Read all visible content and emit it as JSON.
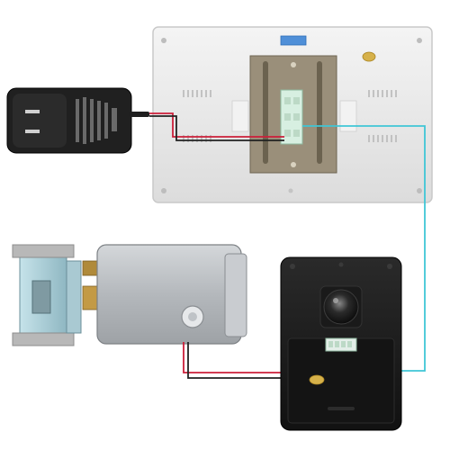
{
  "diagram": {
    "components": [
      {
        "id": "power-adapter",
        "label": ""
      },
      {
        "id": "indoor-monitor",
        "label": ""
      },
      {
        "id": "electric-lock",
        "label": ""
      },
      {
        "id": "strike-plate",
        "label": ""
      },
      {
        "id": "outdoor-camera-unit",
        "label": ""
      }
    ],
    "connections": [
      {
        "from": "power-adapter",
        "to": "indoor-monitor",
        "wire_colors": [
          "#cc1f3a",
          "#222222"
        ]
      },
      {
        "from": "indoor-monitor",
        "to": "outdoor-camera-unit",
        "wire_colors": [
          "#3fc6d6"
        ]
      },
      {
        "from": "electric-lock",
        "to": "outdoor-camera-unit",
        "wire_colors": [
          "#cc1f3a",
          "#222222"
        ]
      }
    ],
    "colors": {
      "red_wire": "#cc1f3a",
      "black_wire": "#222222",
      "cyan_wire": "#3fc6d6",
      "monitor_body": "#e9e9e9",
      "lock_body": "#b9bcc0",
      "camera_body": "#1c1c1c",
      "bracket": "#9a8f7a",
      "connector": "#cfe6d6",
      "brass": "#b08a3a"
    }
  }
}
